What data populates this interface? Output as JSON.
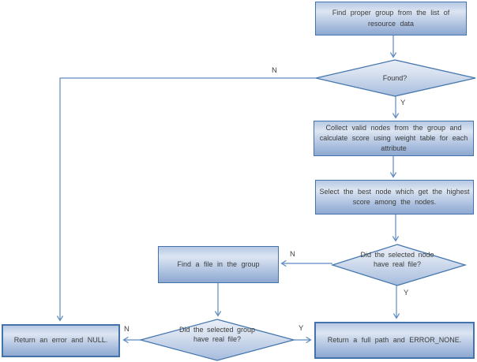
{
  "diagram": {
    "type": "flowchart",
    "nodes": {
      "find_group": {
        "type": "process",
        "label": "Find proper group from the list of resource data"
      },
      "found": {
        "type": "decision",
        "label": "Found?"
      },
      "collect": {
        "type": "process",
        "label": "Collect valid nodes from the group and calculate score using weight table for each attribute"
      },
      "select_best": {
        "type": "process",
        "label": "Select the best node which get the highest score among the nodes."
      },
      "node_has_file": {
        "type": "decision",
        "label": "Did the selected node have real file?"
      },
      "find_file": {
        "type": "process",
        "label": "Find a file in the group"
      },
      "group_has_file": {
        "type": "decision",
        "label": "Did the selected group have real file?"
      },
      "return_error": {
        "type": "terminal",
        "label": "Return an error and NULL."
      },
      "return_path": {
        "type": "terminal",
        "label": "Return a full path and ERROR_NONE."
      }
    },
    "edges": [
      {
        "from": "find_group",
        "to": "found",
        "label": ""
      },
      {
        "from": "found",
        "to": "return_error",
        "label": "N"
      },
      {
        "from": "found",
        "to": "collect",
        "label": "Y"
      },
      {
        "from": "collect",
        "to": "select_best",
        "label": ""
      },
      {
        "from": "select_best",
        "to": "node_has_file",
        "label": ""
      },
      {
        "from": "node_has_file",
        "to": "find_file",
        "label": "N"
      },
      {
        "from": "node_has_file",
        "to": "return_path",
        "label": "Y"
      },
      {
        "from": "find_file",
        "to": "group_has_file",
        "label": ""
      },
      {
        "from": "group_has_file",
        "to": "return_error",
        "label": "N"
      },
      {
        "from": "group_has_file",
        "to": "return_path",
        "label": "Y"
      }
    ],
    "colors": {
      "shape_border": "#4373aa",
      "shape_fill_light": "#dce5f2",
      "shape_fill_dark": "#8da8d1",
      "connector": "#5d89bf",
      "text": "#3b3b3b",
      "background": "#ffffff"
    }
  }
}
